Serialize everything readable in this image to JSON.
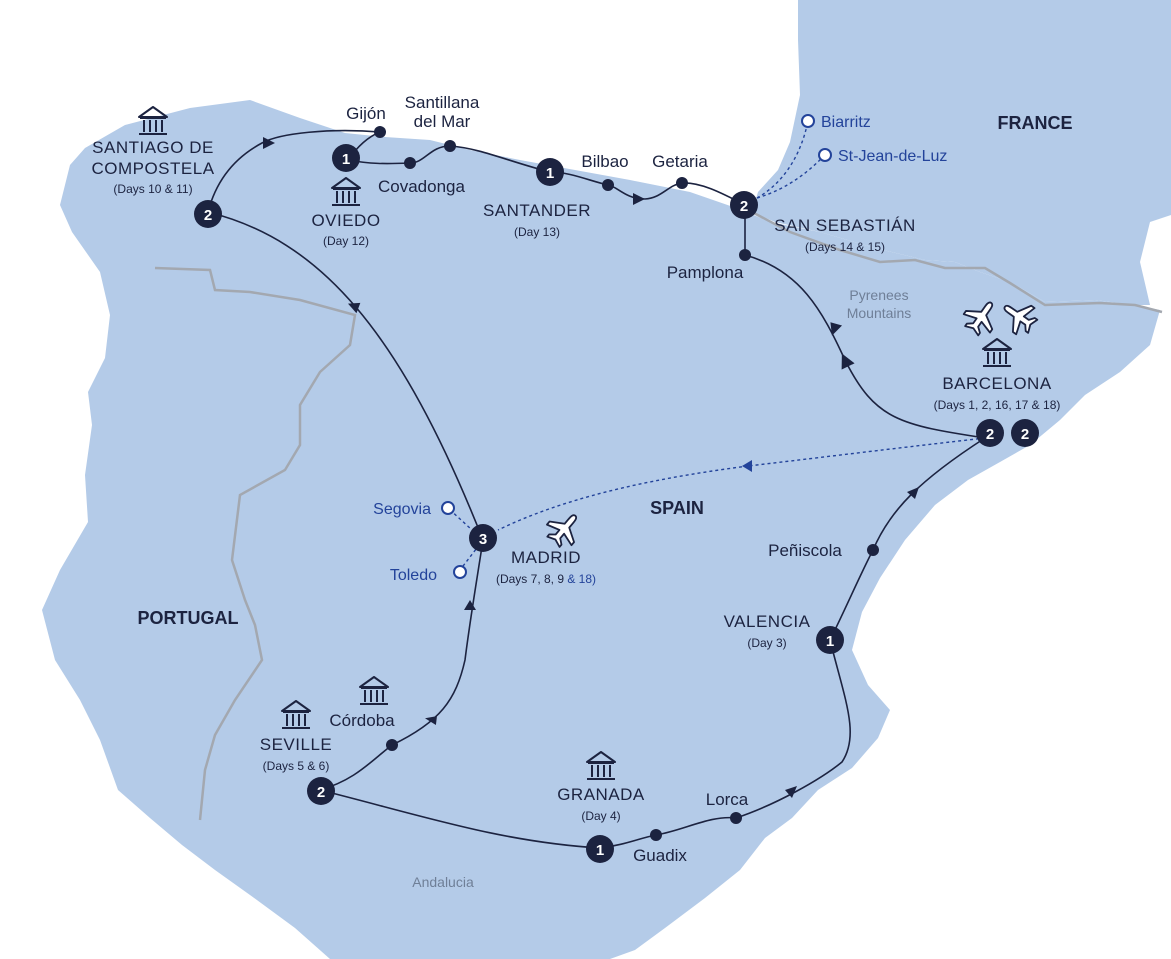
{
  "countries": {
    "france": "FRANCE",
    "spain": "SPAIN",
    "portugal": "PORTUGAL"
  },
  "regions": {
    "pyrenees_line1": "Pyrenees",
    "pyrenees_line2": "Mountains",
    "andalucia": "Andalucia"
  },
  "overnight_stops": {
    "santiago": {
      "name_line1": "SANTIAGO DE",
      "name_line2": "COMPOSTELA",
      "days": "(Days 10 & 11)",
      "nights": "2"
    },
    "oviedo": {
      "name": "OVIEDO",
      "days": "(Day 12)",
      "nights": "1"
    },
    "santander": {
      "name": "SANTANDER",
      "days": "(Day 13)",
      "nights": "1"
    },
    "san_sebastian": {
      "name": "SAN SEBASTIÁN",
      "days": "(Days 14 & 15)",
      "nights": "2"
    },
    "barcelona": {
      "name": "BARCELONA",
      "days": "(Days 1, 2, 16, 17 & 18)",
      "nights_a": "2",
      "nights_b": "2"
    },
    "madrid": {
      "name": "MADRID",
      "days_main": "(Days 7, 8, 9",
      "days_extra": " & 18)",
      "nights": "3"
    },
    "valencia": {
      "name": "VALENCIA",
      "days": "(Day 3)",
      "nights": "1"
    },
    "seville": {
      "name": "SEVILLE",
      "days": "(Days 5 & 6)",
      "nights": "2"
    },
    "granada": {
      "name": "GRANADA",
      "days": "(Day 4)",
      "nights": "1"
    }
  },
  "waypoints": {
    "gijon": "Gijón",
    "santillana_line1": "Santillana",
    "santillana_line2": "del Mar",
    "covadonga": "Covadonga",
    "bilbao": "Bilbao",
    "getaria": "Getaria",
    "pamplona": "Pamplona",
    "peniscola": "Peñiscola",
    "cordoba": "Córdoba",
    "lorca": "Lorca",
    "guadix": "Guadix"
  },
  "optional_excursions": {
    "biarritz": "Biarritz",
    "st_jean_de_luz": "St-Jean-de-Luz",
    "segovia": "Segovia",
    "toledo": "Toledo"
  },
  "colors": {
    "land": "#b4cbe8",
    "border": "#a3a8b0",
    "route": "#1c2340",
    "badge": "#1c2340",
    "optional": "#23439a"
  },
  "icons": {
    "landmark": "building-columns-icon",
    "flight": "airplane-icon"
  }
}
